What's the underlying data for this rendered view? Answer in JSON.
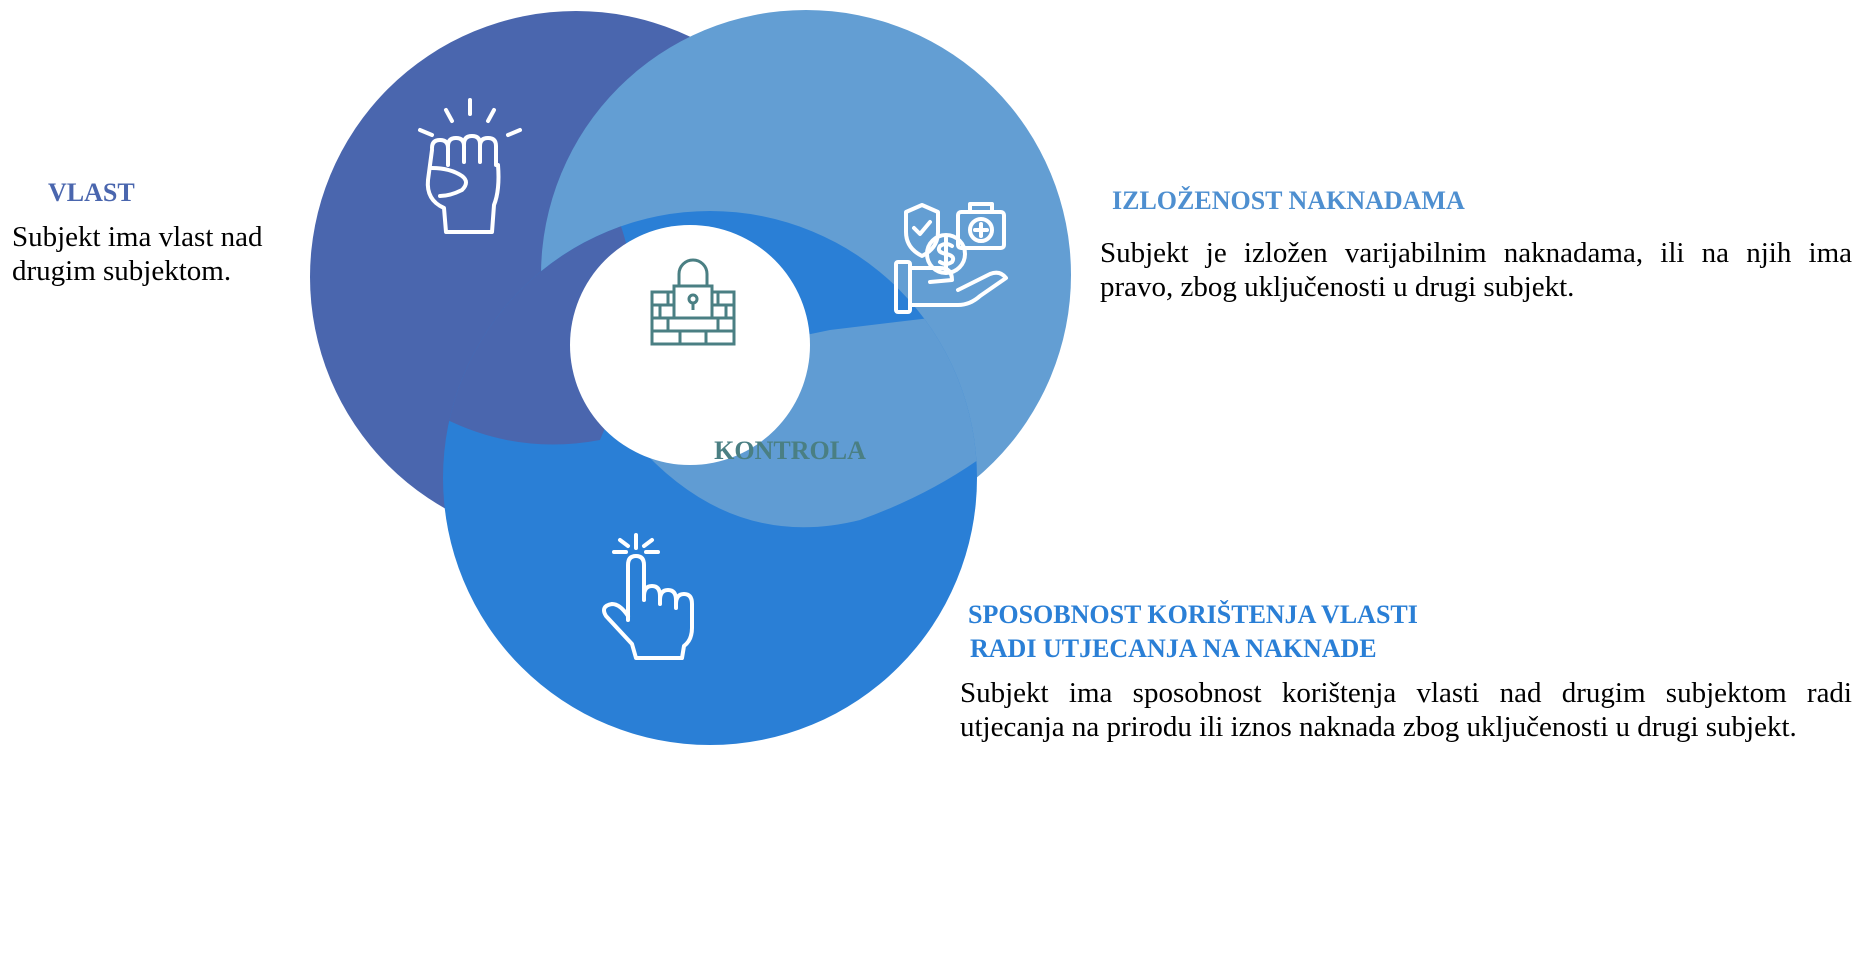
{
  "center": {
    "label": "KONTROLA",
    "icon": "lock-wall-icon"
  },
  "sections": {
    "vlast": {
      "title": "VLAST",
      "text": "Subjekt ima vlast nad drugim subjektom.",
      "icon": "raised-fist-icon"
    },
    "izlozenost": {
      "title": "IZLOŽENOST NAKNADAMA",
      "text": "Subjekt je izložen varijabilnim naknadama, ili na njih ima pravo, zbog uključenosti u drugi subjekt.",
      "icon": "money-protection-hand-icon"
    },
    "sposobnost": {
      "title_line1": "SPOSOBNOST KORIŠTENJA VLASTI",
      "title_line2": "RADI UTJECANJA NA NAKNADE",
      "text": "Subjekt ima sposobnost korištenja vlasti nad drugim subjektom radi utjecanja na prirodu ili iznos naknada zbog uključenosti u drugi subjekt.",
      "icon": "pointing-hand-click-icon"
    }
  },
  "colors": {
    "circle_vlast": "#4A66AE",
    "circle_izlozenost": "#639ED3",
    "circle_sposobnost": "#2A7FD6",
    "heading_vlast": "#4A66AE",
    "heading_izlozenost": "#4E8FD0",
    "heading_sposobnost": "#2A7FD6",
    "center_text": "#4A7F83",
    "center_fill": "#ffffff"
  }
}
